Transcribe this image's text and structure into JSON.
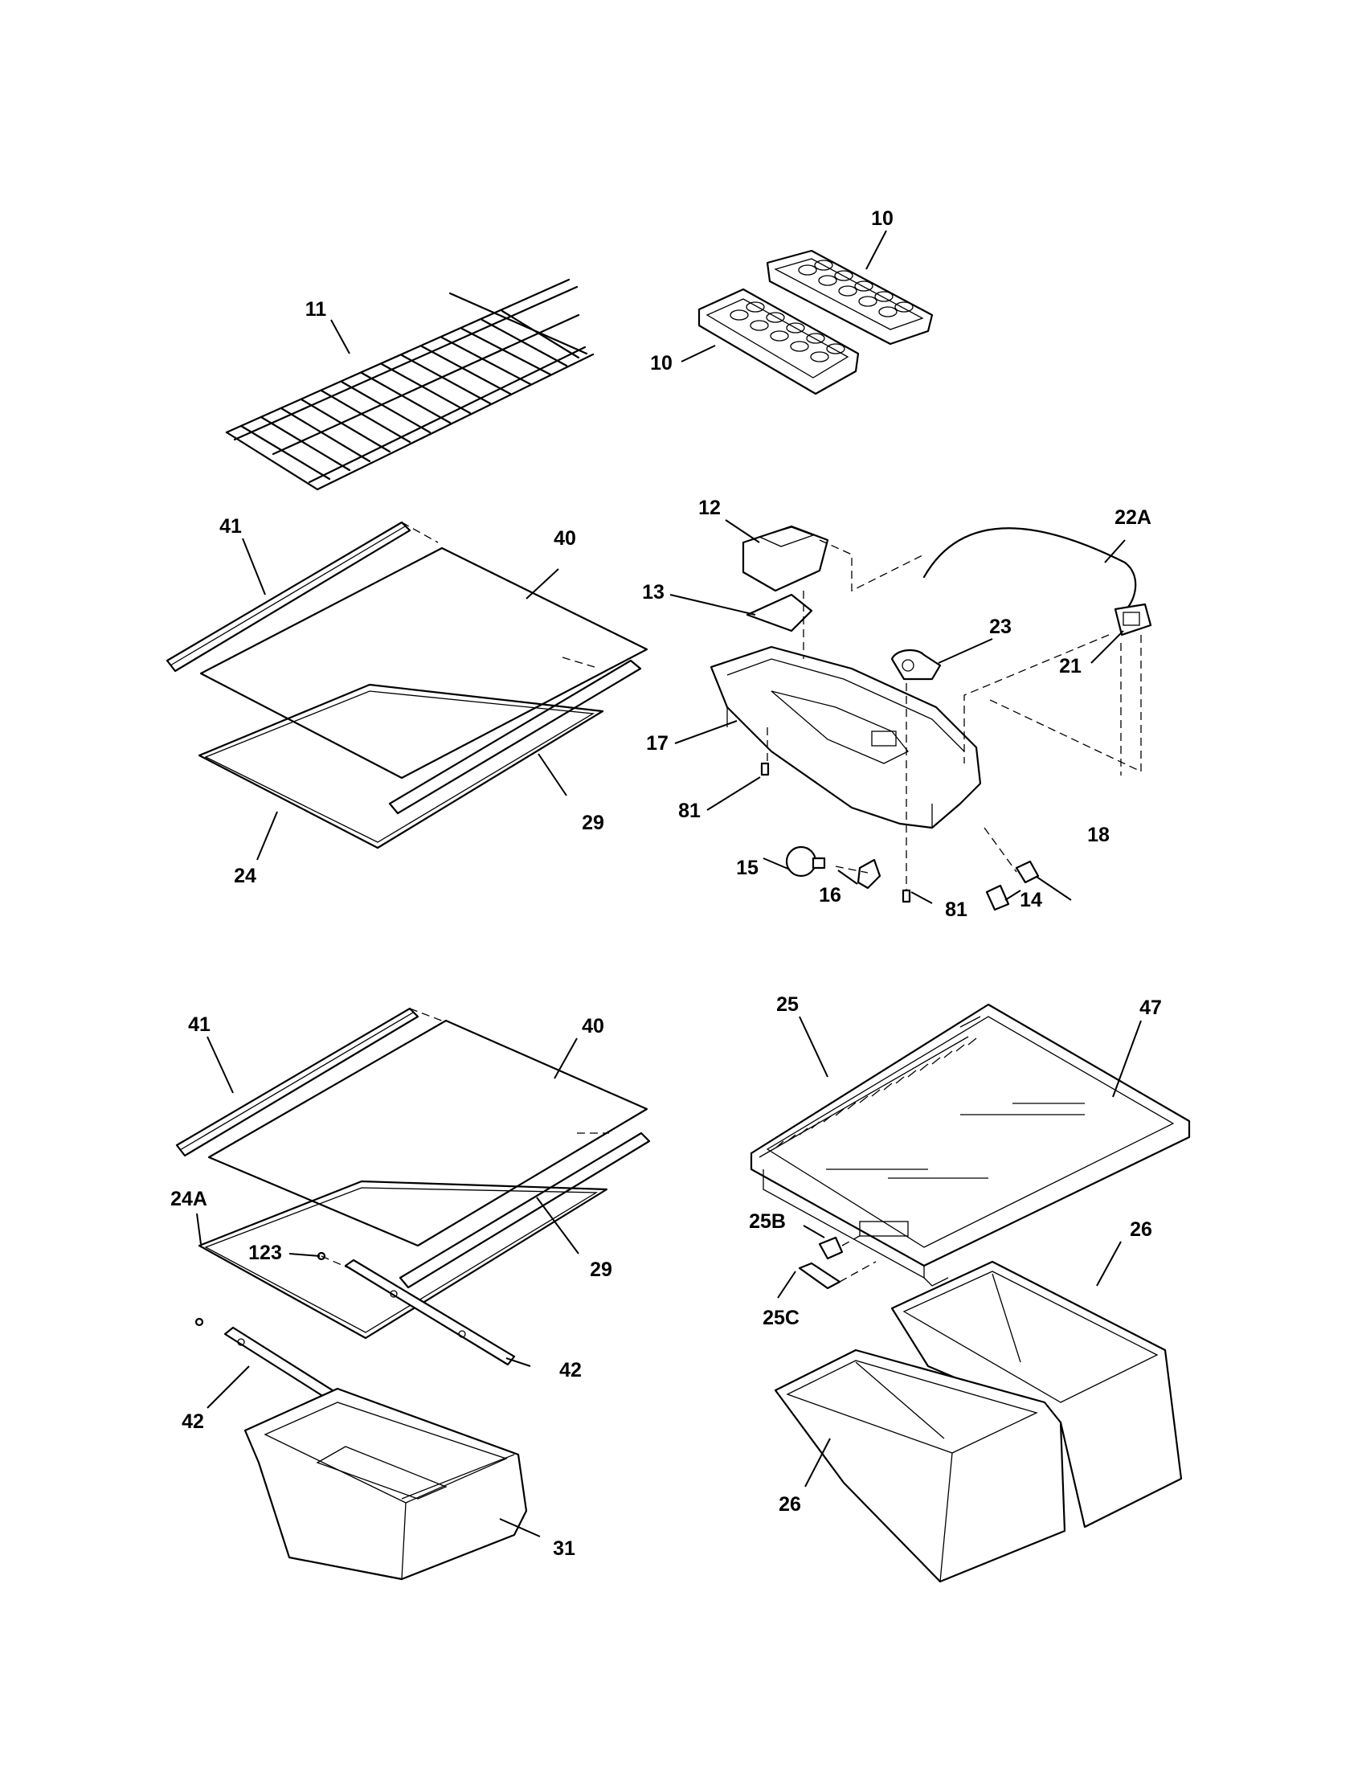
{
  "callouts": {
    "c10a": "10",
    "c10b": "10",
    "c11": "11",
    "c12": "12",
    "c13": "13",
    "c22a": "22A",
    "c23": "23",
    "c21": "21",
    "c17": "17",
    "c81a": "81",
    "c15": "15",
    "c16": "16",
    "c81b": "81",
    "c14": "14",
    "c18": "18",
    "c41a": "41",
    "c40a": "40",
    "c29a": "29",
    "c24": "24",
    "c41b": "41",
    "c40b": "40",
    "c24a": "24A",
    "c123": "123",
    "c29b": "29",
    "c42a": "42",
    "c42b": "42",
    "c31": "31",
    "c25": "25",
    "c47": "47",
    "c25b": "25B",
    "c25c": "25C",
    "c26a": "26",
    "c26b": "26"
  }
}
